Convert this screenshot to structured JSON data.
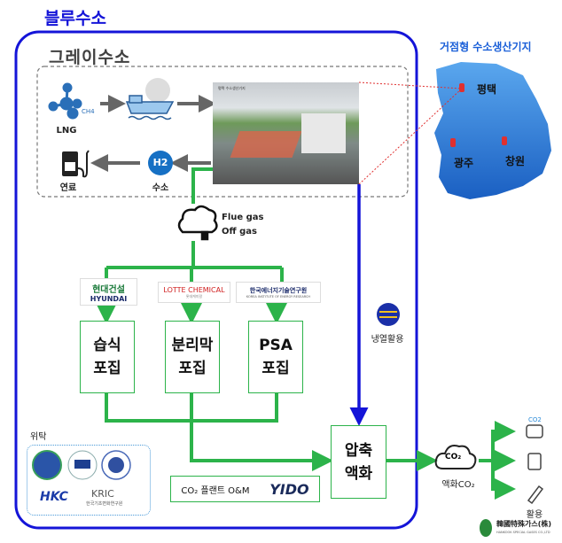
{
  "blue_hydrogen": {
    "title": "블루수소"
  },
  "gray_hydrogen": {
    "title": "그레이수소"
  },
  "flow": {
    "lng_label": "LNG",
    "ch4_label": "CH4",
    "photo_caption": "평택 수소생산기지",
    "h2_label": "H2",
    "hydrogen_label": "수소",
    "fuel_label": "연료",
    "flue_gas": "Flue gas",
    "off_gas": "Off gas",
    "cold_heat_label": "냉열활용"
  },
  "partners": {
    "hyundai_top": "현대건설",
    "hyundai_bottom": "HYUNDAI",
    "lotte": "LOTTE CHEMICAL",
    "lotte_sub": "롯데케미칼",
    "kier": "한국에너지기술연구원",
    "kier_sub": "KOREA INSTITUTE OF ENERGY RESEARCH"
  },
  "capture": [
    {
      "label": "습식\n포집"
    },
    {
      "label": "분리막\n포집"
    },
    {
      "label": "PSA\n포집"
    }
  ],
  "compress": {
    "label": "압축\n액화"
  },
  "consign": {
    "title": "위탁",
    "hkc": "HKC",
    "kric": "KRIC",
    "kric_sub": "한국기초변화연구원"
  },
  "om": {
    "label": "CO₂ 플랜트 O&M",
    "logo": "YIDO"
  },
  "output": {
    "cloud_label": "CO₂",
    "liquid_co2": "액화CO₂",
    "usage": "활용",
    "co2_icon_label": "CO2"
  },
  "map": {
    "title": "거점형 수소생산기지",
    "sites": [
      {
        "name": "평택"
      },
      {
        "name": "광주"
      },
      {
        "name": "창원"
      }
    ]
  },
  "company": {
    "name": "韓國特殊가스(株)",
    "sub": "HANKOOK SPECIAL GASES CO.,LTD"
  },
  "colors": {
    "blue": "#1414d8",
    "green": "#2cb34a",
    "map": "#2a7ad8",
    "marker": "#e03030"
  }
}
